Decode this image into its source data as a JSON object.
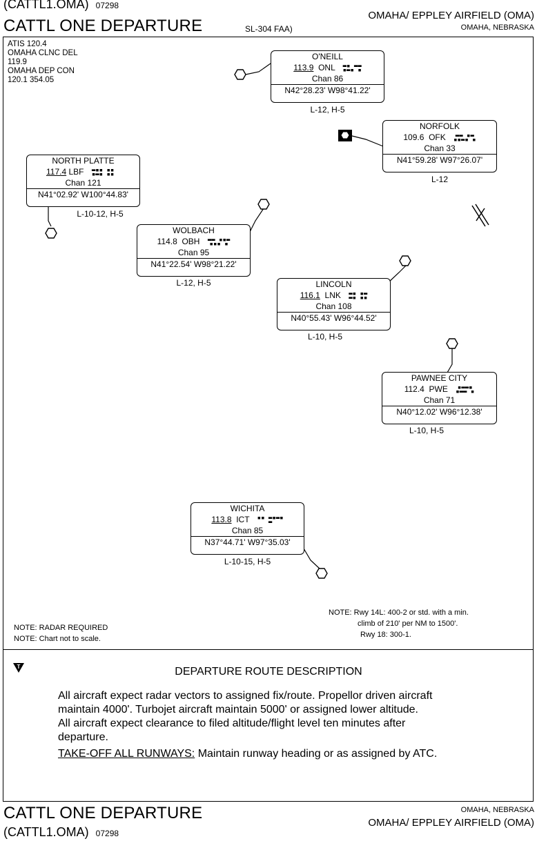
{
  "header": {
    "code": "(CATTL1.OMA)",
    "code_num": "07298",
    "title": "CATTL ONE DEPARTURE",
    "sl": "SL-304 FAA)",
    "airport": "OMAHA/ EPPLEY AIRFIELD (OMA)",
    "city": "OMAHA, NEBRASKA"
  },
  "comms": [
    "ATIS 120.4",
    "OMAHA CLNC DEL",
    "119.9",
    "OMAHA DEP CON",
    "120.1 354.05"
  ],
  "navaids": {
    "oneill": {
      "name": "O'NEILL",
      "freq": "113.9",
      "id": "ONL",
      "chan": "Chan 86",
      "coord": "N42°28.23' W98°41.22'",
      "charts": "L-12, H-5"
    },
    "norfolk": {
      "name": "NORFOLK",
      "freq": "109.6",
      "id": "OFK",
      "chan": "Chan 33",
      "coord": "N41°59.28' W97°26.07'",
      "charts": "L-12"
    },
    "northplatte": {
      "name": "NORTH PLATTE",
      "freq": "117.4",
      "id": "LBF",
      "chan": "Chan 121",
      "coord": "N41°02.92' W100°44.83'",
      "charts": "L-10-12, H-5"
    },
    "wolbach": {
      "name": "WOLBACH",
      "freq": "114.8",
      "id": "OBH",
      "chan": "Chan 95",
      "coord": "N41°22.54' W98°21.22'",
      "charts": "L-12, H-5"
    },
    "lincoln": {
      "name": "LINCOLN",
      "freq": "116.1",
      "id": "LNK",
      "chan": "Chan 108",
      "coord": "N40°55.43' W96°44.52'",
      "charts": "L-10, H-5"
    },
    "pawnee": {
      "name": "PAWNEE CITY",
      "freq": "112.4",
      "id": "PWE",
      "chan": "Chan 71",
      "coord": "N40°12.02' W96°12.38'",
      "charts": "L-10, H-5"
    },
    "wichita": {
      "name": "WICHITA",
      "freq": "113.8",
      "id": "ICT",
      "chan": "Chan 85",
      "coord": "N37°44.71' W97°35.03'",
      "charts": "L-10-15, H-5"
    }
  },
  "notes": {
    "radar": "NOTE: RADAR REQUIRED",
    "scale": "NOTE: Chart not to scale.",
    "rwy1": "NOTE: Rwy 14L: 400-2 or std. with a min.",
    "rwy2": "climb of 210' per NM to 1500'.",
    "rwy3": "Rwy 18: 300-1."
  },
  "description": {
    "title": "DEPARTURE ROUTE DESCRIPTION",
    "line1": "All aircraft expect radar vectors to assigned fix/route.  Propellor driven aircraft",
    "line2": "maintain 4000'.  Turbojet aircraft maintain 5000' or assigned lower altitude.",
    "line3": "All aircraft expect clearance to filed altitude/flight level ten minutes after",
    "line4": "departure.",
    "takeoff_label": "TAKE-OFF ALL RUNWAYS:",
    "takeoff_text": " Maintain runway heading or as assigned by ATC."
  },
  "footer": {
    "title": "CATTL ONE DEPARTURE",
    "code": "(CATTL1.OMA)",
    "code_num": "07298",
    "city": "OMAHA, NEBRASKA",
    "airport": "OMAHA/ EPPLEY AIRFIELD (OMA)"
  }
}
